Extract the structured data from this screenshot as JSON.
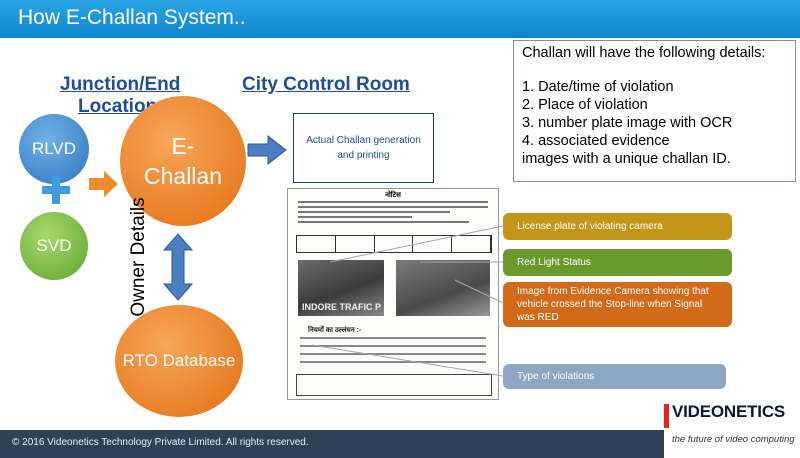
{
  "title": "How E-Challan System..",
  "details_box": {
    "heading": "Challan will have the following details:",
    "items": [
      "1.  Date/time of violation",
      "2.  Place of violation",
      "3.  number plate image with OCR",
      "4.  associated evidence",
      "images with a unique challan ID."
    ]
  },
  "sections": {
    "junction_line1": "Junction/End",
    "junction_line2": "Location",
    "control_room": "City Control Room"
  },
  "nodes": {
    "rlvd": "RLVD",
    "svd": "SVD",
    "echallan_line1": "E-",
    "echallan_line2": "Challan",
    "rto": "RTO Database",
    "owner_details": "Owner Details",
    "challan_generation": "Actual Challan generation and printing"
  },
  "document": {
    "header": "नोटिस",
    "stamp": "INDORE TRAFIC P",
    "offence_title": "नियमों का उल्लंघन :-"
  },
  "labels": {
    "plate": "License plate of violating camera",
    "red_light": "Red Light Status",
    "evidence": "Image from Evidence Camera showing that vehicle crossed the Stop-line when Signal was RED",
    "violation_type": "Type of violations"
  },
  "footer": {
    "copyright": "© 2016 Videonetics Technology Private Limited. All rights reserved.",
    "logo": "VIDEONETICS",
    "tagline": "the future of video computing"
  },
  "colors": {
    "title_bar": "#1a96dc",
    "rlvd": "#3a82cc",
    "svd": "#6fb33a",
    "echallan": "#ec8127",
    "arrow": "#4a7fc1",
    "plate_label": "#c3961a",
    "red_label": "#6a9a2c",
    "evidence_label": "#d26a19",
    "type_label": "#8da6c4"
  }
}
